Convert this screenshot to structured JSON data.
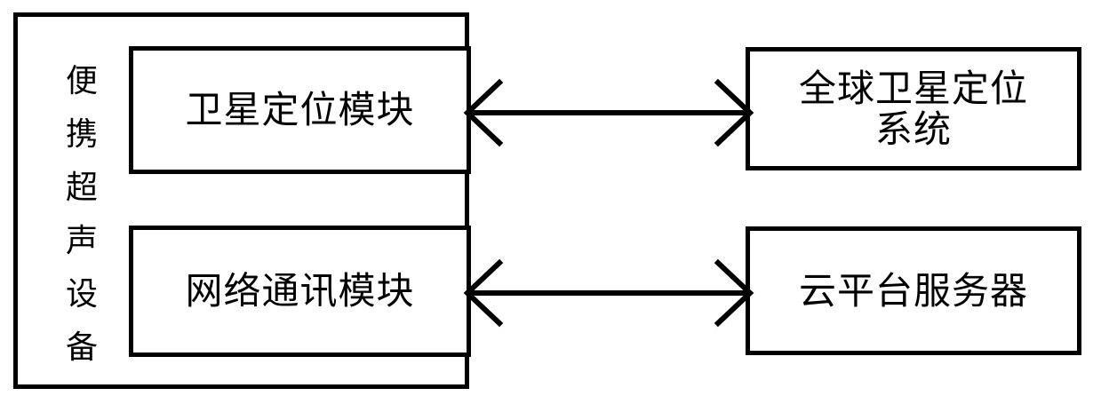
{
  "diagram": {
    "type": "block-diagram",
    "title_text": null,
    "background_color": "#ffffff",
    "stroke_color": "#000000",
    "device_container": {
      "vertical_label": "便携超声设备",
      "vertical_label_chars": [
        "便",
        "携",
        "超",
        "声",
        "设",
        "备"
      ]
    },
    "modules": [
      {
        "id": "satellite-positioning-module",
        "label": "卫星定位模块"
      },
      {
        "id": "network-communication-module",
        "label": "网络通讯模块"
      }
    ],
    "external_systems": [
      {
        "id": "global-satellite-positioning-system",
        "label": "全球卫星定位\n系统",
        "line1": "全球卫星定位",
        "line2": "系统"
      },
      {
        "id": "cloud-platform-server",
        "label": "云平台服务器"
      }
    ],
    "connections": [
      {
        "id": "connection-satellite",
        "from": "satellite-positioning-module",
        "to": "global-satellite-positioning-system",
        "style": "bidirectional-arrow"
      },
      {
        "id": "connection-cloud",
        "from": "network-communication-module",
        "to": "cloud-platform-server",
        "style": "bidirectional-arrow"
      }
    ]
  }
}
